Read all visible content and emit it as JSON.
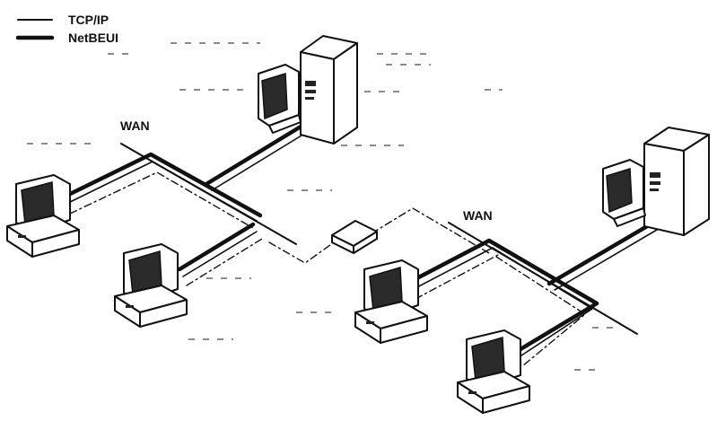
{
  "legend": {
    "tcpip_label": "TCP/IP",
    "netbeui_label": "NetBEUI"
  },
  "networks": {
    "left_wan_label": "WAN",
    "right_wan_label": "WAN"
  },
  "colors": {
    "ink": "#111111",
    "background": "#ffffff"
  }
}
